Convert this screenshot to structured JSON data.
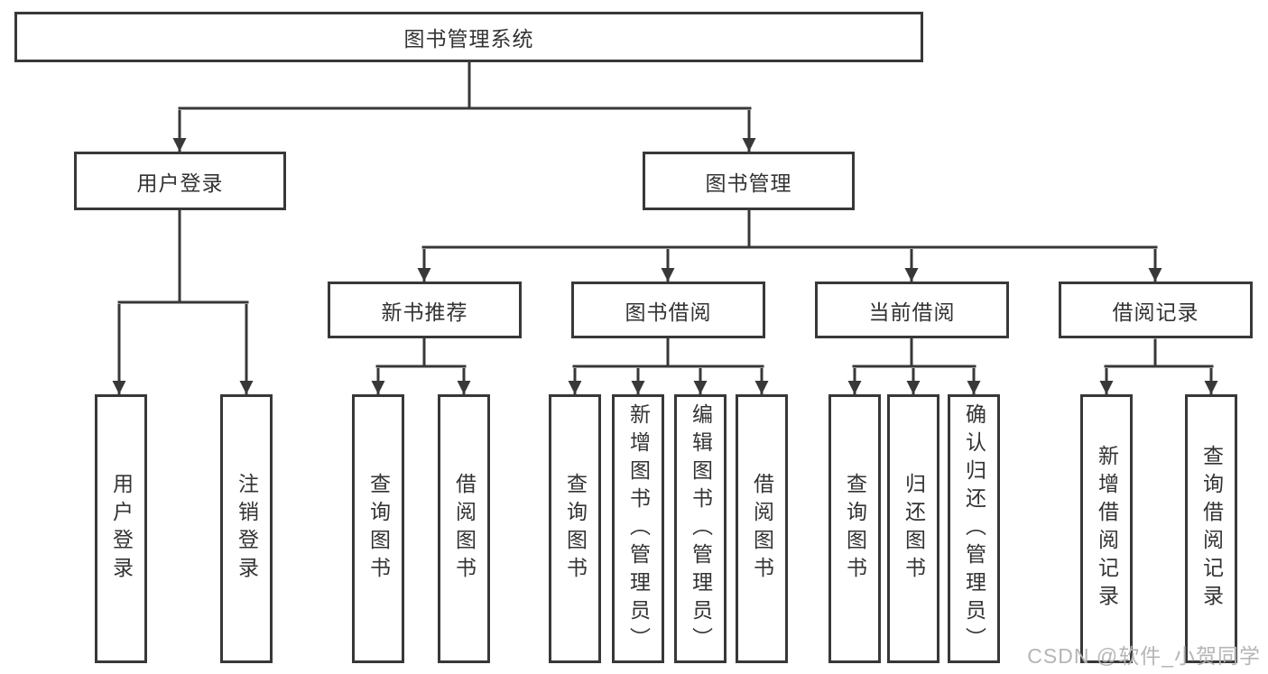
{
  "tree": {
    "root": {
      "label": "图书管理系统"
    },
    "level2": [
      {
        "label": "用户登录"
      },
      {
        "label": "图书管理"
      }
    ],
    "level3": [
      {
        "label": "新书推荐"
      },
      {
        "label": "图书借阅"
      },
      {
        "label": "当前借阅"
      },
      {
        "label": "借阅记录"
      }
    ],
    "leafGroups": [
      {
        "items": [
          "用户登录",
          "注销登录"
        ]
      },
      {
        "items": [
          "查询图书",
          "借阅图书"
        ]
      },
      {
        "items": [
          "查询图书",
          "新增图书（管理员）",
          "编辑图书（管理员）",
          "借阅图书"
        ]
      },
      {
        "items": [
          "查询图书",
          "归还图书",
          "确认归还（管理员）"
        ]
      },
      {
        "items": [
          "新增借阅记录",
          "查询借阅记录"
        ]
      }
    ]
  },
  "watermark": {
    "text": "CSDN @软件_小贺同学"
  },
  "colors": {
    "line": "#383838",
    "text": "#333333",
    "background": "#ffffff",
    "watermark": "#b5b5b5"
  }
}
